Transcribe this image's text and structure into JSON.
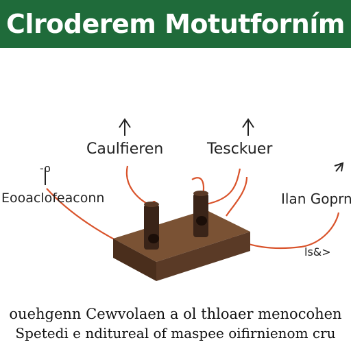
{
  "header": {
    "title": "Clroderem Motutforním",
    "bg_color": "#1f6b3a",
    "text_color": "#ffffff"
  },
  "labels": {
    "top_left": "Caulfieren",
    "top_right": "Tesckuer",
    "mid_left": "Eooaclofeaconn",
    "mid_right": "Ilan Goprn",
    "left_marker": "-ρ",
    "bottom_right_marker": "ls&>"
  },
  "caption": {
    "line1": "ouehgenn Cewvolaen a ol thloaer menocohen",
    "line2": "Spetedi e nditureal of maspee oifirnienom cru"
  },
  "colors": {
    "wire": "#d9532b",
    "block": "#5a3a26",
    "block_top": "#7a5234",
    "pin": "#3a2418"
  }
}
